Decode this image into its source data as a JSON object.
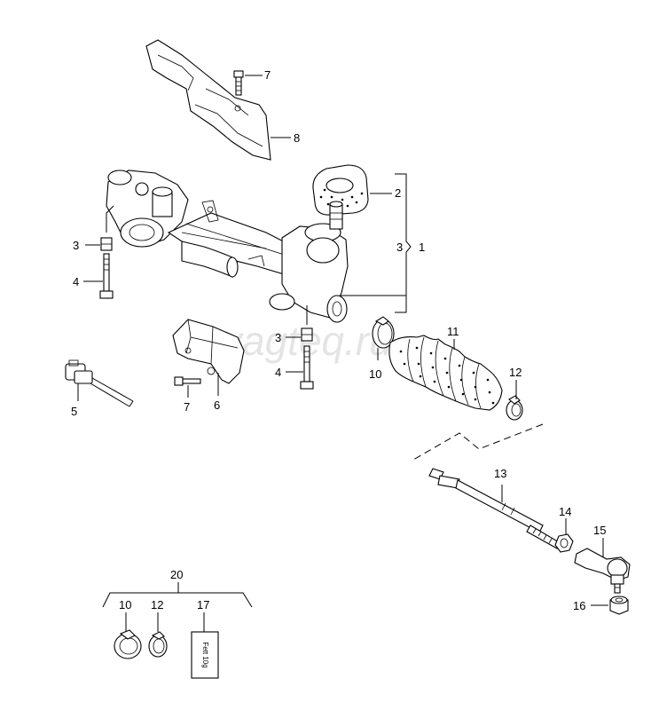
{
  "watermark": "vagteq.ru",
  "callouts": {
    "c1": "1",
    "c2": "2",
    "c3a": "3",
    "c3b": "3",
    "c3c": "3",
    "c4a": "4",
    "c4b": "4",
    "c5": "5",
    "c6": "6",
    "c7a": "7",
    "c7b": "7",
    "c8": "8",
    "c10a": "10",
    "c10b": "10",
    "c11": "11",
    "c12a": "12",
    "c12b": "12",
    "c13": "13",
    "c14": "14",
    "c15": "15",
    "c16": "16",
    "c17": "17",
    "c20": "20"
  },
  "kit_box_label": "Fett 10g"
}
